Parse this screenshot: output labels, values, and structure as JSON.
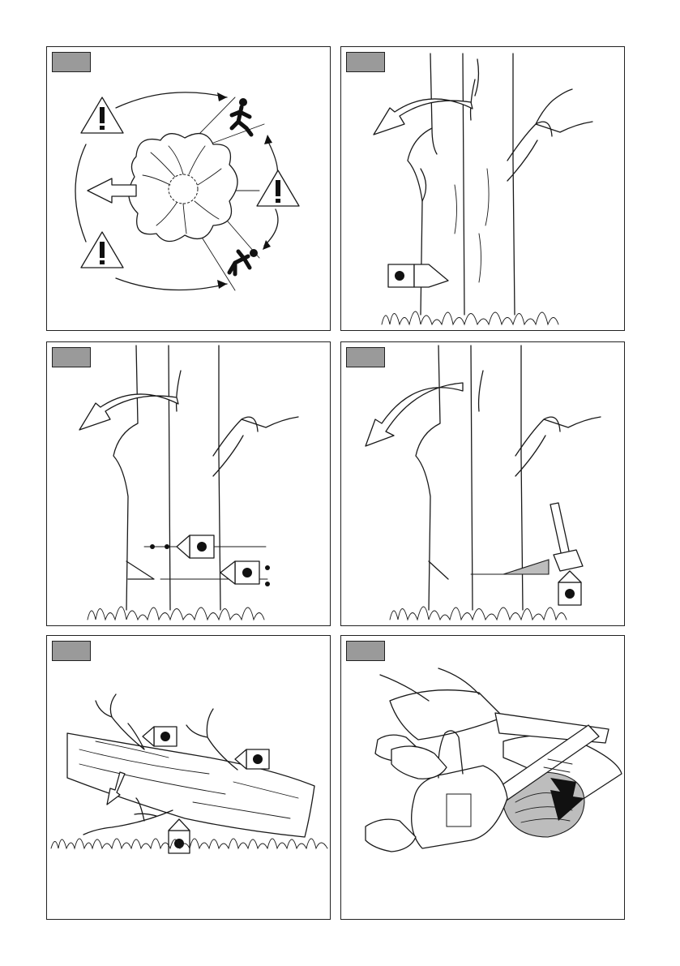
{
  "panels": [
    {
      "id": "p1",
      "subject": "escape-routes"
    },
    {
      "id": "p2",
      "subject": "tree-lean"
    },
    {
      "id": "p3",
      "subject": "notch-and-back-cut"
    },
    {
      "id": "p4",
      "subject": "wedge-and-hammer"
    },
    {
      "id": "p5",
      "subject": "limbing"
    },
    {
      "id": "p6",
      "subject": "bucking-with-chainsaw"
    }
  ],
  "colors": {
    "tag": "#9a9a9a",
    "line": "#1a1a1a",
    "wedge": "#bdbdbd"
  }
}
